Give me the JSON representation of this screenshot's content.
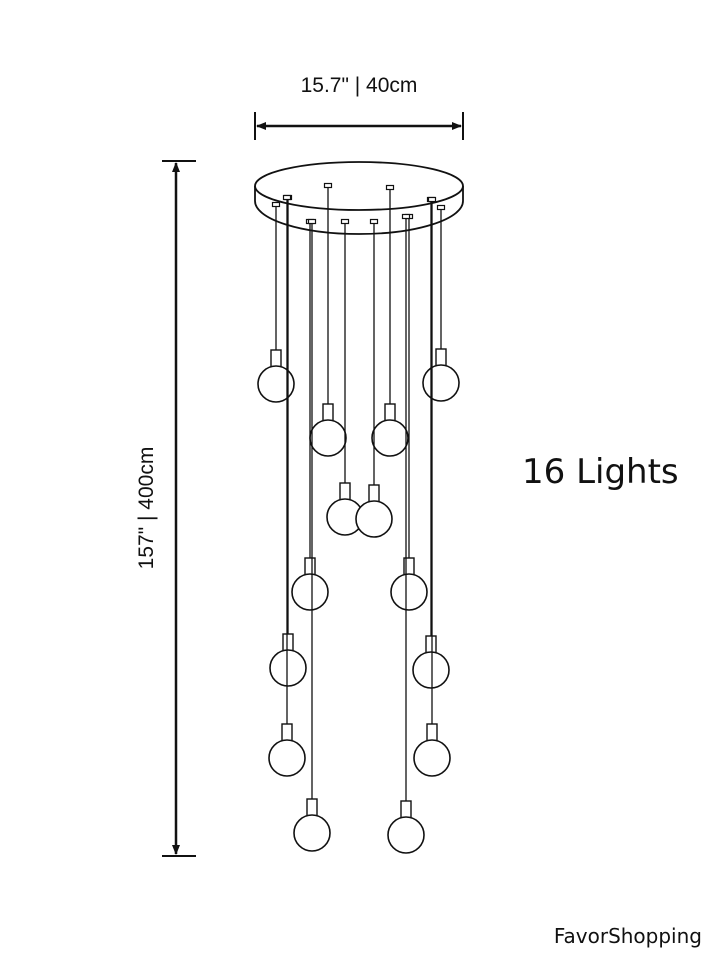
{
  "dimensions": {
    "width_label": "15.7\" | 40cm",
    "height_label": "157\" | 400cm"
  },
  "product": {
    "lights_label": "16 Lights"
  },
  "brand": {
    "name": "FavorShopping"
  },
  "colors": {
    "line": "#111111",
    "background": "#ffffff"
  }
}
